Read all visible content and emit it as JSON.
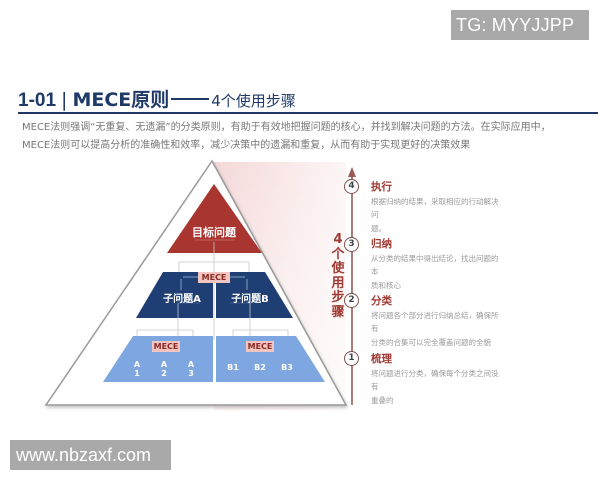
{
  "watermarks": {
    "top": "TG: MYYJJPP",
    "bottom": "www.nbzaxf.com"
  },
  "header": {
    "number": "1-01",
    "separator": "|",
    "title": "MECE原则",
    "subtitle": "4个使用步骤"
  },
  "intro": {
    "lines": [
      "MECE法则强调“无重复、无遗漏”的分类原则，有助于有效地把握问题的核心，并找到解决问题的方法。在实际应用中，",
      "MECE法则可以提高分析的准确性和效率，减少决策中的遗漏和重复，从而有助于实现更好的决策效果"
    ]
  },
  "pyramid": {
    "top": "目标问题",
    "middle": [
      "子问题A",
      "子问题B"
    ],
    "mece_label": "MECE",
    "bottom_left": [
      "A\n1",
      "A\n2",
      "A\n3"
    ],
    "bottom_left_labels": [
      {
        "l1": "A",
        "l2": "1"
      },
      {
        "l1": "A",
        "l2": "2"
      },
      {
        "l1": "A",
        "l2": "3"
      }
    ],
    "bottom_right": [
      "B1",
      "B2",
      "B3"
    ],
    "colors": {
      "top": "#a93530",
      "middle": "#1f3e74",
      "bottom": "#7ea6e0",
      "mece_bg": "#f3c5c1"
    }
  },
  "steps_label": [
    "4",
    "个",
    "使",
    "用",
    "步",
    "骤"
  ],
  "steps": [
    {
      "num": "4",
      "title": "执行",
      "desc_lines": [
        "根据归纳的结果，采取相应的行动解决问",
        "题。"
      ]
    },
    {
      "num": "3",
      "title": "归纳",
      "desc_lines": [
        "从分类的结果中得出结论，找出问题的本",
        "质和核心"
      ]
    },
    {
      "num": "2",
      "title": "分类",
      "desc_lines": [
        "将问题各个部分进行归纳总结，确保所有",
        "分类的合集可以完全覆盖问题的全貌"
      ]
    },
    {
      "num": "1",
      "title": "梳理",
      "desc_lines": [
        "将问题进行分类，确保每个分类之间没有",
        "重叠的"
      ]
    }
  ]
}
